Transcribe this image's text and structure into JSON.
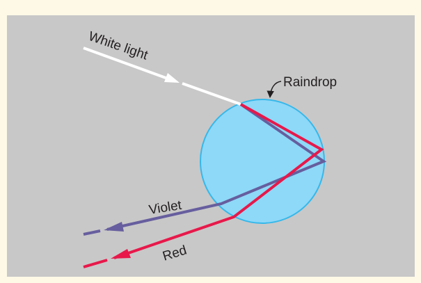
{
  "labels": {
    "white_light": "White light",
    "raindrop": "Raindrop",
    "violet": "Violet",
    "red": "Red"
  },
  "colors": {
    "frame_background": "#fdf9e6",
    "panel_background": "#c8c8c8",
    "raindrop_fill": "#8ed8f8",
    "raindrop_stroke": "#35b8ea",
    "white_ray": "#ffffff",
    "violet_ray": "#665e9e",
    "red_ray": "#e8184a",
    "label_text": "#231f20"
  }
}
